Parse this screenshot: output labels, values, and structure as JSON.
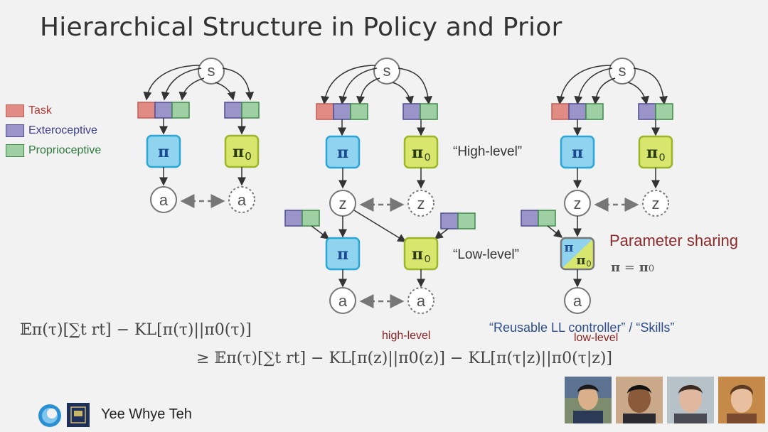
{
  "slide": {
    "title": "Hierarchical Structure in Policy and Prior",
    "legend": [
      {
        "label": "Task",
        "color": "#c65a55",
        "fill": "#e08b84"
      },
      {
        "label": "Exteroceptive",
        "color": "#4c4c96",
        "fill": "#9a94c8"
      },
      {
        "label": "Proprioceptive",
        "color": "#3d8a4a",
        "fill": "#9fd0a4"
      }
    ],
    "nodes": {
      "state": "s",
      "action": "a",
      "latent": "z"
    },
    "policy": {
      "pi": "π",
      "pi0_base": "π",
      "pi0_sub": "0"
    },
    "notes": {
      "high_level": "“High-level”",
      "low_level": "“Low-level”",
      "param_sharing": "Parameter sharing",
      "param_eq_lhs": "π",
      "param_eq_mid": " = ",
      "param_eq_rhs": "π",
      "param_eq_sub": "0",
      "reusable": "“Reusable LL controller” / “Skills”",
      "high_level_label": "high-level",
      "low_level_label": "low-level"
    },
    "equation": {
      "line1": "𝔼π(τ)[∑t rt] − KL[π(τ)||π0(τ)]",
      "line2": "≥ 𝔼π(τ)[∑t rt] − KL[π(z)||π0(z)] − KL[π(τ|z)||π0(τ|z)]"
    },
    "footer": {
      "name": "Yee Whye Teh"
    },
    "colors": {
      "policy_fill": "#8fd3ef",
      "policy_stroke": "#2aa6d6",
      "prior_fill": "#d9e66e",
      "prior_stroke": "#9cb52a",
      "arrow": "#333333",
      "dashed": "#777777"
    }
  }
}
